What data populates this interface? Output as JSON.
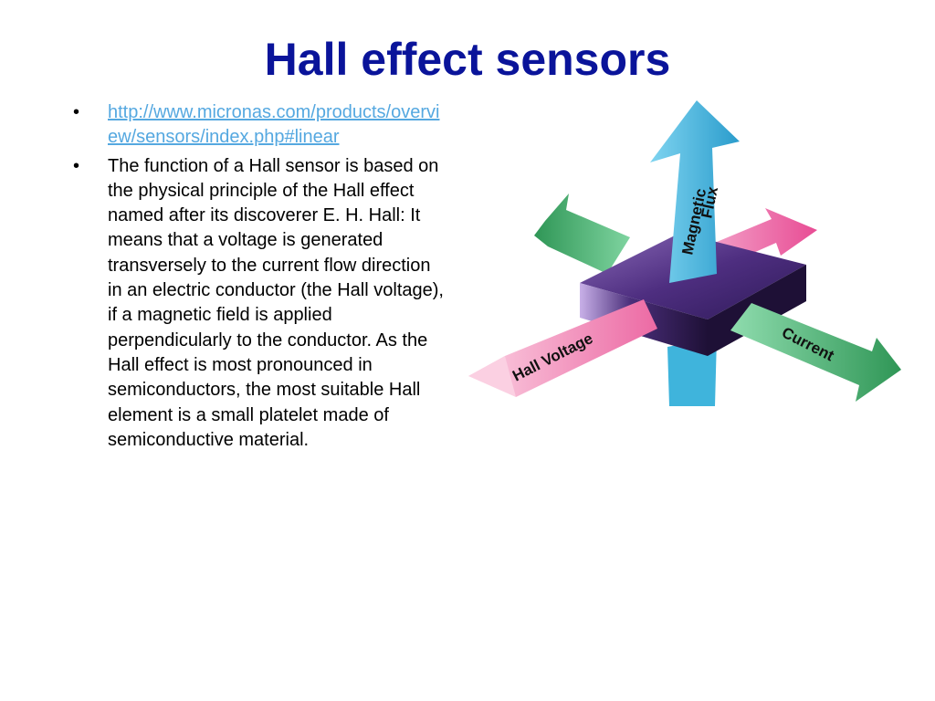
{
  "slide": {
    "title": "Hall effect sensors",
    "bullets": [
      {
        "type": "link",
        "text": "http://www.micronas.com/products/overview/sensors/index.php#linear"
      },
      {
        "type": "text",
        "text": "The function of a Hall sensor is based on the physical principle of the Hall effect named after its discoverer E. H. Hall: It means that a voltage is generated transversely to the current flow direction in an electric conductor (the Hall voltage), if a magnetic field is applied perpendicularly to the conductor. As the Hall effect is most pronounced in semiconductors, the most suitable Hall element is a small platelet made of semiconductive material."
      }
    ],
    "bullet_glyph": "•"
  },
  "diagram": {
    "labels": {
      "magnetic_flux_line1": "Magnetic",
      "magnetic_flux_line2": "Flux",
      "hall_voltage": "Hall Voltage",
      "current": "Current"
    },
    "colors": {
      "magnetic_flux": "#3fb4dc",
      "hall_voltage": "#f080b0",
      "current": "#3a9e5c",
      "platelet_top": "#5a3a8a",
      "platelet_front": "#2a1a4a",
      "title": "#0a149a",
      "link": "#55a8e0"
    }
  }
}
